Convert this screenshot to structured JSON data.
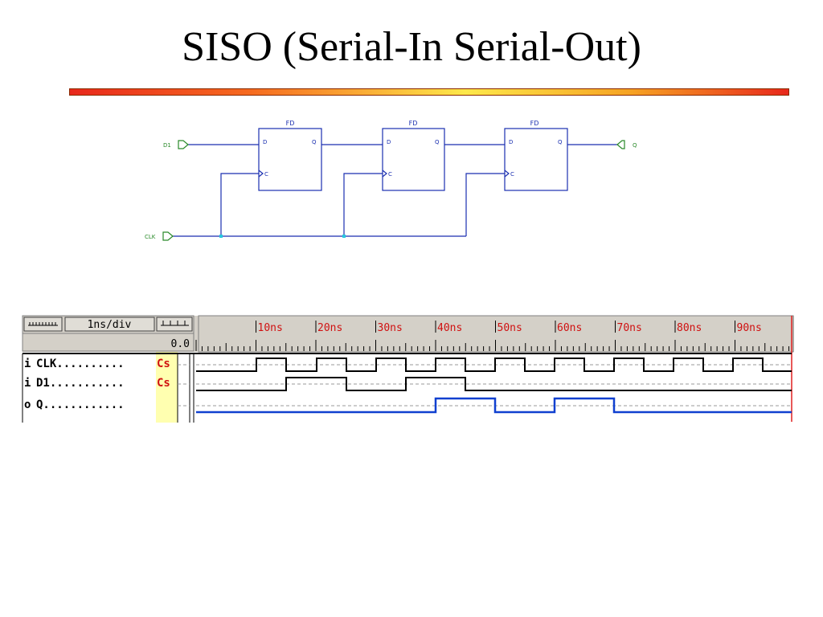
{
  "slide": {
    "title": "SISO (Serial-In Serial-Out)"
  },
  "colors": {
    "wire": "#1a2fb0",
    "pin_label": "#2a8a2a",
    "junction": "#28c8e0",
    "q_trace": "#1040d0",
    "time_label": "#d01010",
    "cs_badge_bg": "#ffffb0"
  },
  "schematic": {
    "input_pin": "D1",
    "clock_pin": "CLK",
    "output_pin": "Q",
    "flipflops": [
      {
        "name": "FD",
        "d": "D",
        "q": "Q",
        "c": "C"
      },
      {
        "name": "FD",
        "d": "D",
        "q": "Q",
        "c": "C"
      },
      {
        "name": "FD",
        "d": "D",
        "q": "Q",
        "c": "C"
      }
    ]
  },
  "waveform": {
    "scale_label": "1ns/div",
    "cursor_time": "0.0",
    "time_labels": [
      "10ns",
      "20ns",
      "30ns",
      "40ns",
      "50ns",
      "60ns",
      "70ns",
      "80ns",
      "90ns"
    ],
    "signals": [
      {
        "dir": "i",
        "name": "CLK..........",
        "badge": "Cs"
      },
      {
        "dir": "i",
        "name": "D1...........",
        "badge": "Cs"
      },
      {
        "dir": "o",
        "name": "Q............",
        "badge": ""
      }
    ]
  }
}
